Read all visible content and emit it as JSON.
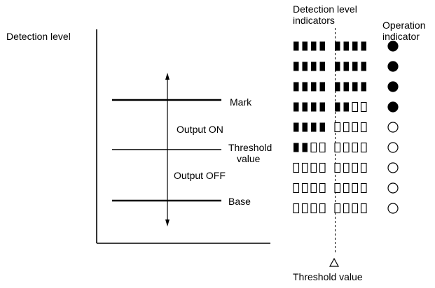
{
  "labels": {
    "y_axis": "Detection level",
    "indicators_header_line1": "Detection level",
    "indicators_header_line2": "indicators",
    "operation_header_line1": "Operation",
    "operation_header_line2": "indicator",
    "mark": "Mark",
    "output_on": "Output ON",
    "threshold_line1": "Threshold",
    "threshold_line2": "value",
    "output_off": "Output OFF",
    "base": "Base",
    "threshold_bottom": "Threshold value"
  },
  "indicator_rows": [
    {
      "lit_segments": 8,
      "operation_on": true
    },
    {
      "lit_segments": 8,
      "operation_on": true
    },
    {
      "lit_segments": 8,
      "operation_on": true
    },
    {
      "lit_segments": 6,
      "operation_on": true
    },
    {
      "lit_segments": 4,
      "operation_on": false
    },
    {
      "lit_segments": 2,
      "operation_on": false
    },
    {
      "lit_segments": 0,
      "operation_on": false
    },
    {
      "lit_segments": 0,
      "operation_on": false
    },
    {
      "lit_segments": 0,
      "operation_on": false
    }
  ],
  "segments_per_row": 8,
  "threshold_segment_index": 4,
  "colors": {
    "ink": "#000000",
    "background": "#ffffff"
  }
}
